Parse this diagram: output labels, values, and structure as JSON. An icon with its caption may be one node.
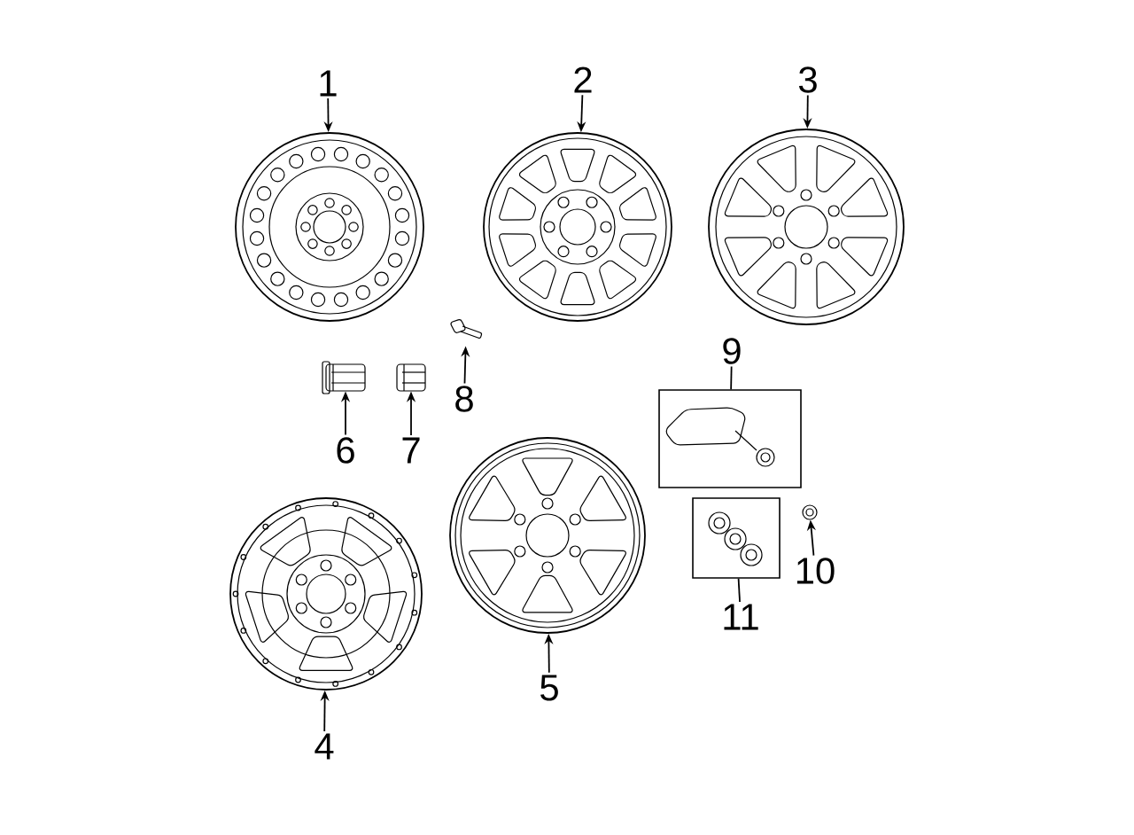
{
  "diagram": {
    "nodes": [
      {
        "text": [
          "1"
        ]
      },
      {
        "text": [],
        "shape": "picture"
      },
      {
        "text": [
          "2"
        ]
      },
      {
        "text": [],
        "shape": "picture"
      },
      {
        "text": [
          "3"
        ]
      },
      {
        "text": [],
        "shape": "picture"
      },
      {
        "text": [],
        "shape": "picture"
      },
      {
        "text": [
          "4"
        ]
      },
      {
        "text": [],
        "shape": "picture"
      },
      {
        "text": [
          "5"
        ]
      },
      {
        "text": [],
        "shape": "picture"
      },
      {
        "text": [
          "6"
        ]
      },
      {
        "text": [],
        "shape": "picture"
      },
      {
        "text": [
          "7"
        ]
      },
      {
        "text": [],
        "shape": "picture"
      },
      {
        "text": [
          "8"
        ]
      },
      {
        "text": [
          "9"
        ]
      },
      {
        "text": [],
        "shape": "box"
      },
      {
        "text": [],
        "shape": "picture",
        "in": 17
      },
      {
        "text": [],
        "shape": "picture"
      },
      {
        "text": [
          "10"
        ]
      },
      {
        "text": [],
        "shape": "box"
      },
      {
        "text": [],
        "shape": "picture",
        "in": 21
      },
      {
        "text": [
          "11"
        ]
      }
    ],
    "edges": [
      {
        "from": 0,
        "to": 1,
        "arrow": "to"
      },
      {
        "from": 2,
        "to": 3,
        "arrow": "to"
      },
      {
        "from": 4,
        "to": 5,
        "arrow": "to"
      },
      {
        "from": 7,
        "to": 6,
        "arrow": "to"
      },
      {
        "from": 9,
        "to": 8,
        "arrow": "to"
      },
      {
        "from": 11,
        "to": 10,
        "arrow": "to"
      },
      {
        "from": 13,
        "to": 12,
        "arrow": "to"
      },
      {
        "from": 15,
        "to": 14,
        "arrow": "to"
      },
      {
        "from": 16,
        "to": 17,
        "arrow": "none"
      },
      {
        "from": 20,
        "to": 19,
        "arrow": "to"
      },
      {
        "from": 23,
        "to": 21,
        "arrow": "none"
      }
    ]
  }
}
